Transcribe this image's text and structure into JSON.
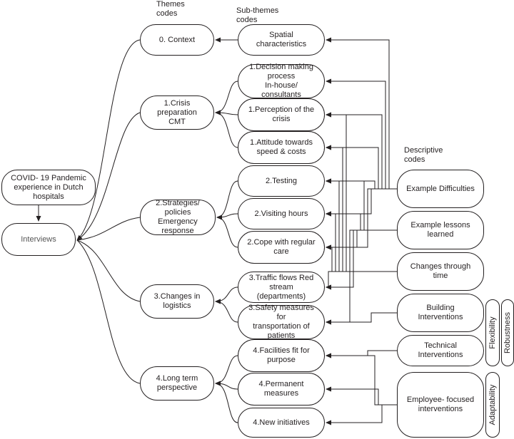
{
  "headers": {
    "themes": "Themes\ncodes",
    "subthemes": "Sub-themes\ncodes",
    "descriptive": "Descriptive\ncodes"
  },
  "source": {
    "pandemic": "COVID- 19 Pandemic\nexperience in Dutch\nhospitals",
    "interviews": "Interviews"
  },
  "themes": [
    "0. Context",
    "1.Crisis preparation\nCMT",
    "2.Strategies/\npolicies\nEmergency response",
    "3.Changes in\nlogistics",
    "4.Long term\nperspective"
  ],
  "subthemes": [
    "Spatial characteristics",
    "1.Decision making\nprocess\nIn-house/ consultants",
    "1.Perception of the\ncrisis",
    "1.Attitude towards\nspeed & costs",
    "2.Testing",
    "2.Visiting hours",
    "2.Cope with regular\ncare",
    "3.Traffic flows Red\nstream (departments)",
    "3.Safety measures for\ntransportation of\npatients",
    "4.Facilities fit for\npurpose",
    "4.Permanent\nmeasures",
    "4.New initiatives"
  ],
  "descriptive": [
    "Example Difficulties",
    "Example lessons\nlearned",
    "Changes through time",
    "Building Interventions",
    "Technical Interventions",
    "Employee- focused\ninterventions"
  ],
  "vertical_labels": {
    "flexibility": "Flexibility",
    "robustness": "Robustness",
    "adaptability": "Adaptability"
  }
}
